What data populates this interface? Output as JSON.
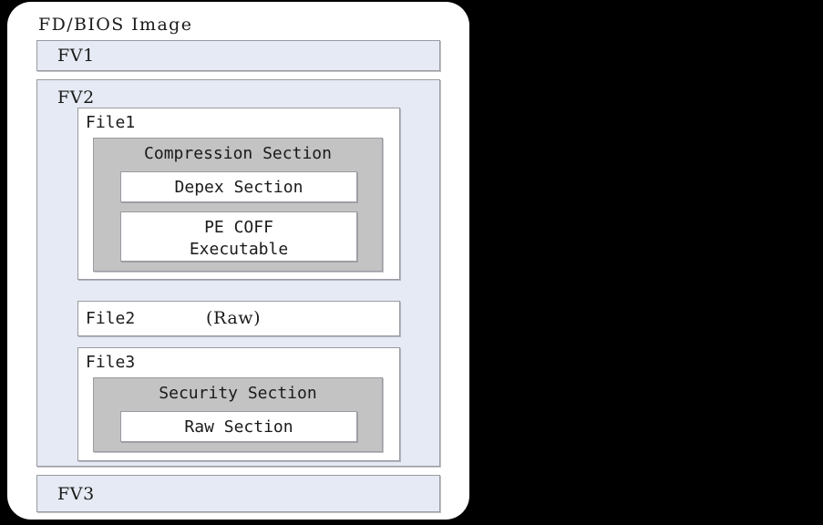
{
  "diagram": {
    "title": "FD/BIOS Image",
    "background_color": "#000000",
    "card_color": "#ffffff",
    "fv_fill_color": "#e5eaf4",
    "file_fill_color": "#ffffff",
    "section_fill_color": "#c3c3c3",
    "border_color": "#9a9aa2"
  },
  "volumes": [
    {
      "label": "FV1",
      "files": []
    },
    {
      "label": "FV2",
      "files": [
        {
          "label": "File1",
          "note": "",
          "sections": [
            {
              "label": "Compression Section",
              "fill": "gray",
              "children": [
                {
                  "label": "Depex Section",
                  "fill": "white"
                },
                {
                  "label": "PE COFF\nExecutable",
                  "fill": "white",
                  "line1": "PE COFF",
                  "line2": "Executable"
                }
              ]
            }
          ]
        },
        {
          "label": "File2",
          "note": "(Raw)",
          "sections": []
        },
        {
          "label": "File3",
          "note": "",
          "sections": [
            {
              "label": "Security Section",
              "fill": "gray",
              "children": [
                {
                  "label": "Raw Section",
                  "fill": "white"
                }
              ]
            }
          ]
        }
      ]
    },
    {
      "label": "FV3",
      "files": []
    }
  ],
  "labels": {
    "fd_title": "FD/BIOS Image",
    "fv1": "FV1",
    "fv2": "FV2",
    "fv3": "FV3",
    "file1": "File1",
    "file2": "File2",
    "file2_note": "(Raw)",
    "file3": "File3",
    "compression_section": "Compression Section",
    "depex_section": "Depex Section",
    "pecoff_line1": "PE COFF",
    "pecoff_line2": "Executable",
    "security_section": "Security Section",
    "raw_section": "Raw Section"
  }
}
